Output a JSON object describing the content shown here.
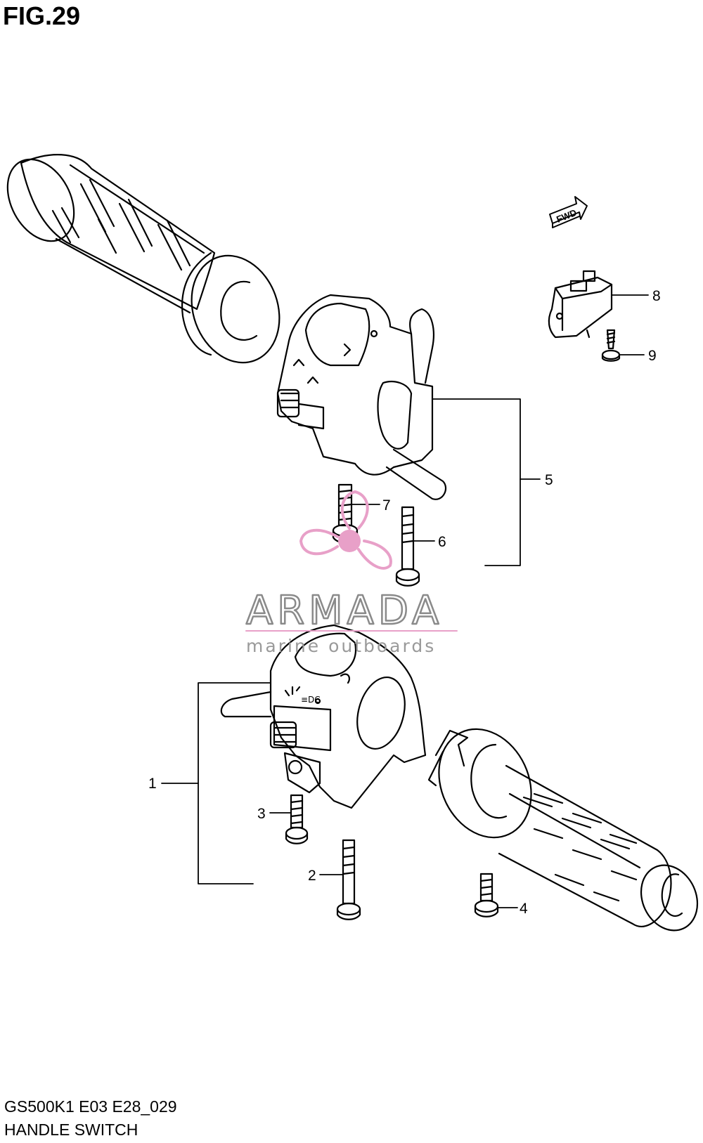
{
  "figure": {
    "title": "FIG.29"
  },
  "footer": {
    "model_code": "GS500K1 E03 E28_029",
    "name": "HANDLE SWITCH"
  },
  "fwd_arrow": {
    "label": "FWD"
  },
  "callouts": [
    "1",
    "2",
    "3",
    "4",
    "5",
    "6",
    "7",
    "8",
    "9"
  ],
  "watermark": {
    "brand": "ARMADA",
    "tagline": "marine outboards",
    "color": "#e8a0c8"
  }
}
